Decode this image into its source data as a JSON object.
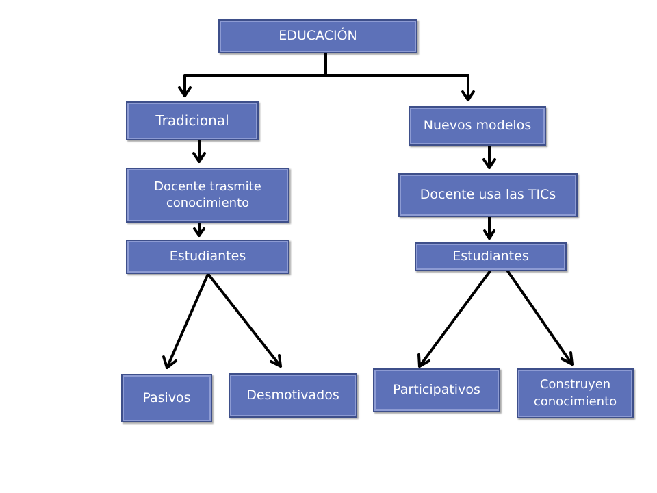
{
  "nodes": {
    "root": "EDUCACIÓN",
    "traditional": "Tradicional",
    "new_models": "Nuevos modelos",
    "teacher_transmits": "Docente trasmite conocimiento",
    "teacher_uses_tics": "Docente usa las TICs",
    "students_left": "Estudiantes",
    "students_right": "Estudiantes",
    "passive": "Pasivos",
    "unmotivated": "Desmotivados",
    "participative": "Participativos",
    "build_knowledge": "Construyen conocimiento"
  },
  "colors": {
    "box_fill": "#5d71b8",
    "box_border": "#3e4f8a",
    "box_inner_border": "#8d9bd3",
    "text": "#ffffff",
    "connector": "#000000"
  }
}
